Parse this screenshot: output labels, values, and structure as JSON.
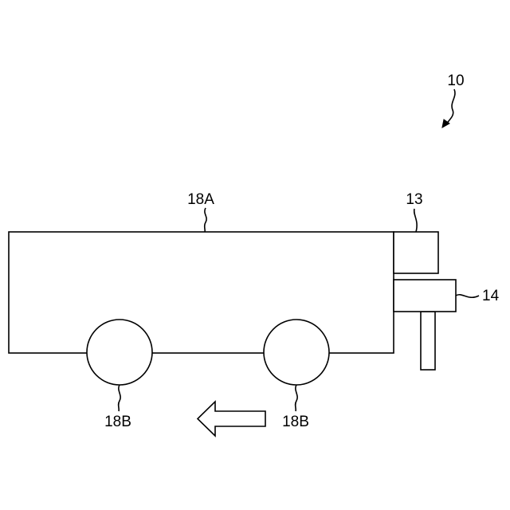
{
  "figure": {
    "labels": {
      "device": "10",
      "unit_13": "13",
      "unit_14": "14",
      "body": "18A",
      "wheel_left": "18B",
      "wheel_right": "18B"
    }
  }
}
